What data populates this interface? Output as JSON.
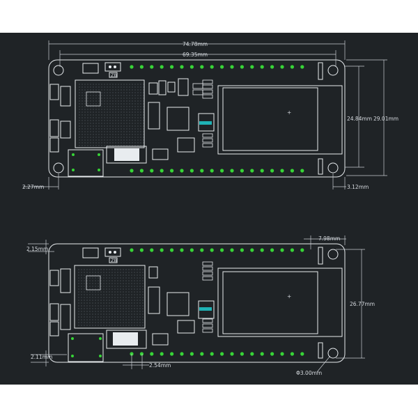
{
  "colors": {
    "background": "#1f2326",
    "outline": "#e8ecef",
    "pin_pad": "#37d437",
    "accent": "#1fb2b5"
  },
  "top_view": {
    "dims": {
      "overall_width": "74.78mm",
      "pin_span": "69.35mm",
      "inner_height": "24.84mm",
      "overall_height": "29.01mm",
      "left_offset": "2.27mm",
      "right_offset": "3.12mm"
    },
    "antenna_label": "ZB"
  },
  "bottom_view": {
    "dims": {
      "top_offset": "2.15mm",
      "bottom_offset": "2.11mm",
      "pin_pitch": "2.54mm",
      "right_inset": "7.98mm",
      "height": "26.77mm",
      "hole_diameter": "Φ3.00mm"
    },
    "antenna_label": "ZB"
  }
}
